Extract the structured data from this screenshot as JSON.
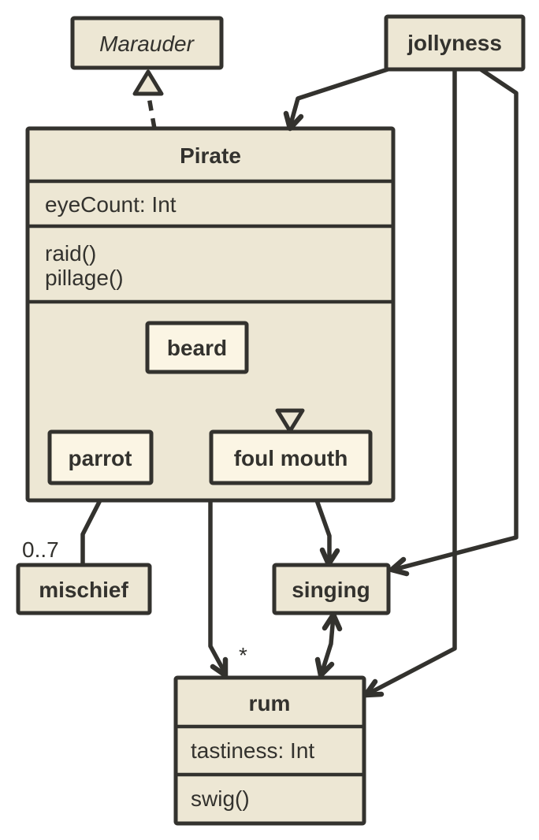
{
  "diagram": {
    "type": "uml-class-diagram",
    "background_color": "#ffffff",
    "stroke_color": "#33322E",
    "text_color": "#33322E",
    "node_fill_color": "#EDE7D4",
    "nested_node_fill_color": "#FBF5E4",
    "nodes": {
      "marauder": {
        "title": "Marauder",
        "style": "abstract"
      },
      "jollyness": {
        "title": "jollyness"
      },
      "pirate": {
        "title": "Pirate",
        "attributes": [
          "eyeCount: Int"
        ],
        "methods": [
          "raid()",
          "pillage()"
        ]
      },
      "beard": {
        "title": "beard"
      },
      "parrot": {
        "title": "parrot"
      },
      "foul_mouth": {
        "title": "foul mouth"
      },
      "mischief": {
        "title": "mischief"
      },
      "singing": {
        "title": "singing"
      },
      "rum": {
        "title": "rum",
        "attributes": [
          "tastiness: Int"
        ],
        "methods": [
          "swig()"
        ]
      }
    },
    "edges": [
      {
        "from": "Pirate",
        "to": "Marauder",
        "type": "dashed-generalization",
        "label": ""
      },
      {
        "from": "jollyness",
        "to": "Pirate",
        "type": "arrow",
        "label": ""
      },
      {
        "from": "jollyness",
        "to": "singing",
        "type": "arrow",
        "label": ""
      },
      {
        "from": "jollyness",
        "to": "rum",
        "type": "arrow",
        "label": ""
      },
      {
        "from": "beard",
        "to": "parrot",
        "type": "dashed-association",
        "label": ""
      },
      {
        "from": "beard",
        "to": "foul mouth",
        "type": "generalization",
        "label": ""
      },
      {
        "from": "Pirate",
        "to": "mischief",
        "type": "association",
        "label": "0..7"
      },
      {
        "from": "Pirate",
        "to": "singing",
        "type": "arrow",
        "label": ""
      },
      {
        "from": "Pirate",
        "to": "rum",
        "type": "arrow",
        "label": "*"
      },
      {
        "from": "singing",
        "to": "rum",
        "type": "double-arrow",
        "label": ""
      }
    ]
  }
}
